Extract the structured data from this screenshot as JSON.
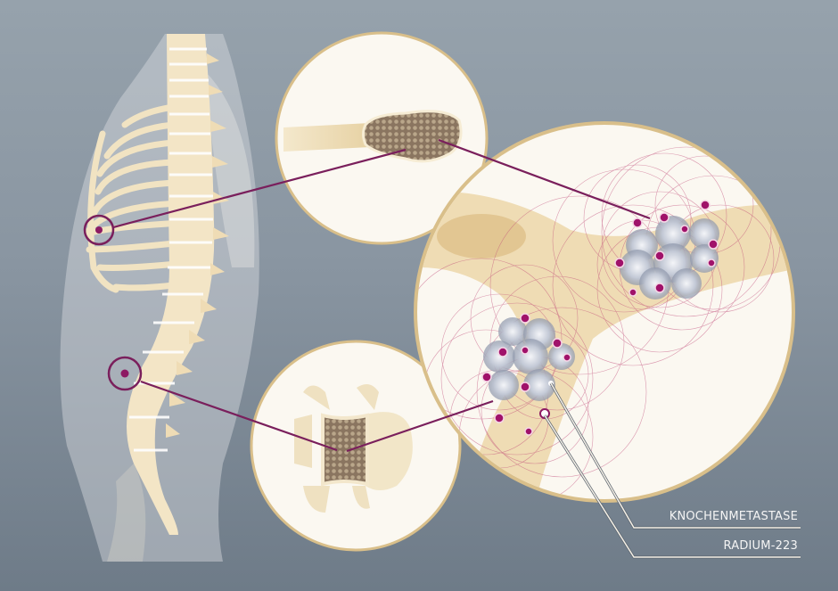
{
  "figure": {
    "type": "medical-illustration",
    "subject": "bone metastases treated with radium-223",
    "colors": {
      "background_top": "#96a2ac",
      "background_bottom": "#6e7b88",
      "bone": "#f0e2c4",
      "marker": "#7a1f5c",
      "radium_dot": "#a0126a",
      "circle_border": "#d9bf8a",
      "label_text": "#f4f4f4"
    }
  },
  "labels": {
    "metastasis": "KNOCHENMETASTASE",
    "radium": "RADIUM-223"
  },
  "panels": [
    {
      "id": "body-overview",
      "description": "lateral view of torso with spine and ribs"
    },
    {
      "id": "rib-detail",
      "description": "cross-section of rib with trabecular bone"
    },
    {
      "id": "vertebra-detail",
      "description": "vertebra cross-section with trabecular bone"
    },
    {
      "id": "metastasis-detail",
      "description": "magnified bone with metastases and radium-223 alpha radiation"
    }
  ]
}
